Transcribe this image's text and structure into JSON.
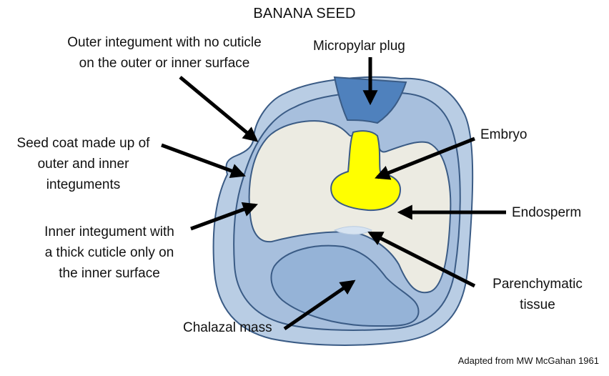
{
  "diagram": {
    "title": "BANANA SEED",
    "credit": "Adapted from MW McGahan 1961",
    "labels": {
      "outer_integument": [
        "Outer integument with no cuticle",
        "on the outer or inner surface"
      ],
      "micropylar_plug": "Micropylar plug",
      "seed_coat": [
        "Seed coat made up of",
        "outer and inner",
        "integuments"
      ],
      "embryo": "Embryo",
      "endosperm": "Endosperm",
      "inner_integument": [
        "Inner integument with",
        "a thick cuticle only on",
        "the inner surface"
      ],
      "parenchymatic_tissue": [
        "Parenchymatic",
        "tissue"
      ],
      "chalazal_mass": "Chalazal mass"
    },
    "colors": {
      "outer_coat": "#b9cde4",
      "inner_coat": "#a7bfdd",
      "endosperm": "#ecebe2",
      "embryo": "#ffff00",
      "micropylar_plug": "#4f81bd",
      "chalazal_mass": "#95b3d7",
      "parenchymatic_tissue": "#d6e3f1",
      "outline": "#3a5b85",
      "arrow": "#000000"
    }
  }
}
